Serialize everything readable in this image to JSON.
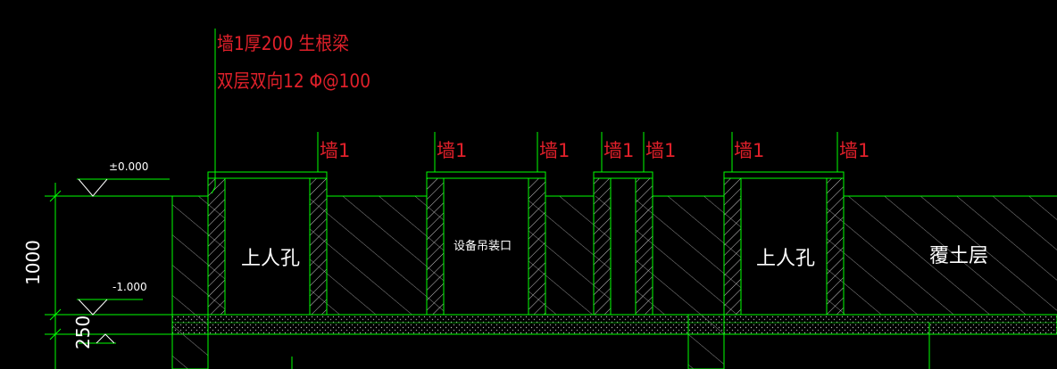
{
  "note": {
    "line1": "墙1厚200 生根梁",
    "line2": "双层双向12 Φ@100"
  },
  "wall_tag": "墙1",
  "levels": {
    "top": "±0.000",
    "bottom": "-1.000"
  },
  "dimensions": {
    "height_1": "1000",
    "height_2": "250"
  },
  "openings": {
    "manhole_1": "上人孔",
    "equipment_hatch": "设备吊装口",
    "manhole_2": "上人孔",
    "soil_cover": "覆土层"
  },
  "colors": {
    "background": "#000000",
    "line": "#00ff00",
    "annotation": "#e0202a",
    "text": "#ffffff"
  }
}
